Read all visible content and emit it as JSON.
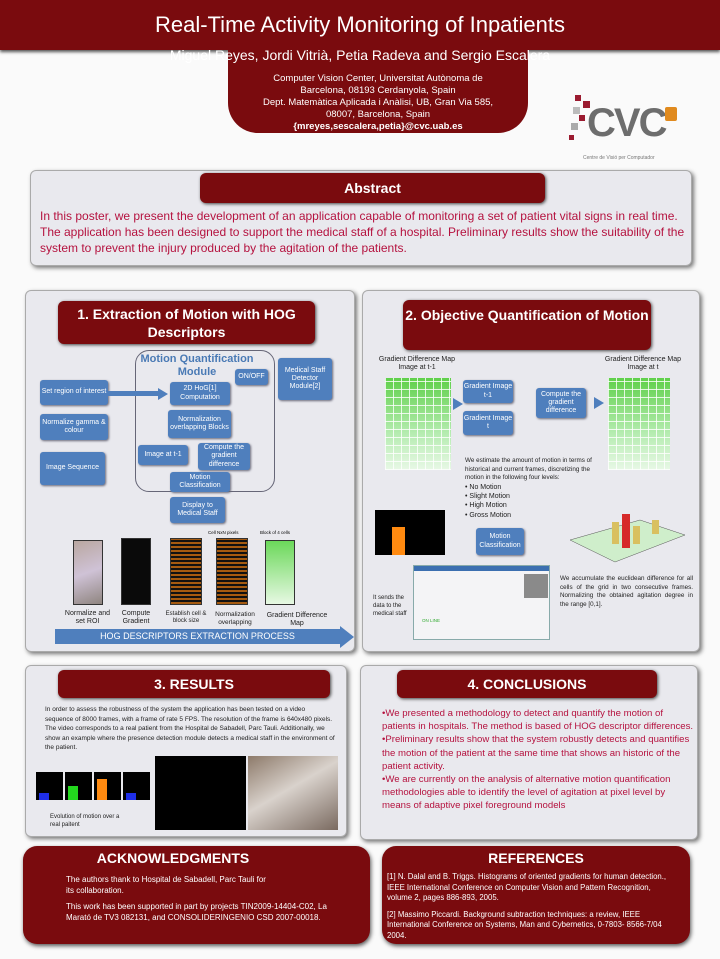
{
  "header": {
    "title": "Real-Time Activity Monitoring of Inpatients",
    "authors": "Miguel Reyes, Jordi Vitrià, Petia Radeva and Sergio Escalera",
    "affiliation": [
      "Computer Vision Center, Universitat Autònoma de",
      "Barcelona, 08193 Cerdanyola, Spain",
      "Dept. Matemàtica Aplicada i Anàlisi, UB, Gran Via 585,",
      "08007, Barcelona, Spain"
    ],
    "email": "{mreyes,sescalera,petia}@cvc.uab.es"
  },
  "logo": {
    "text": "CVC",
    "subtitle": "Centre de Visió per Computador",
    "colors": {
      "gray": "#6d6d6d",
      "red": "#9b1b30",
      "orange": "#e08a1e"
    }
  },
  "abstract": {
    "title": "Abstract",
    "text": "In this poster, we present the development of an application capable of monitoring a set of patient vital signs in real time. The application has been designed to support the medical staff of a hospital. Preliminary results show the suitability of the system to prevent the injury produced by the agitation of the patients."
  },
  "section1": {
    "title": "1. Extraction of Motion with HOG Descriptors",
    "module_title": "Motion Quantification Module",
    "boxes": {
      "roi": "Set region of interest",
      "normalize": "Normalize gamma & colour",
      "sequence": "Image Sequence",
      "hog": "2D HoG[1] Computation",
      "norm_blocks": "Normalization overlapping Blocks",
      "image_t1": "Image at t-1",
      "gradient_diff": "Compute the gradient difference",
      "motion_class": "Motion Classification",
      "display": "Display to Medical Staff",
      "onoff": "ON/OFF",
      "detector": "Medical Staff Detector Module[2]"
    },
    "notes": {
      "cell": "Cell NxN pixels",
      "block": "Block of 4 cells"
    },
    "steps": [
      "Normalize and set ROI",
      "Compute Gradient",
      "Establish cell & block size",
      "Normalization overlapping",
      "Gradient Difference Map"
    ],
    "process": "HOG DESCRIPTORS EXTRACTION PROCESS"
  },
  "section2": {
    "title": "2. Objective Quantification of Motion",
    "map_t1": "Gradient Difference Map Image at t-1",
    "map_t": "Gradient Difference Map Image at t",
    "grad_t1": "Gradient Image t-1",
    "grad_t": "Gradient Image t",
    "compute": "Compute the gradient difference",
    "estimate": "We estimate the amount of motion in terms of historical and current frames, discretizing the motion in the following four levels:",
    "levels": [
      "No Motion",
      "Slight Motion",
      "High Motion",
      "Gross Motion"
    ],
    "motion_class": "Motion Classification",
    "sends": "It sends the data  to the medical staff",
    "accumulate": "We accumulate the euclidean difference for all cells of the grid in two consecutive frames. Normalizing the obtained agitation degree in the range [0,1].",
    "online": "ON LINE"
  },
  "section3": {
    "title": "3. RESULTS",
    "text": "In order to assess the robustness of the system the application has been tested on a video sequence of 8000 frames, with a frame of rate 5 FPS. The resolution of the frame is 640x480 pixels. The video corresponds to a real patient from the Hospital de Sabadell, Parc Tauli. Additionally, we show an example where the presence detection module detects a medical staff in the environment of the patient.",
    "caption": "Evolution of motion over a real paitent",
    "bar_colors": [
      "#1e2ee8",
      "#23d81e",
      "#ff8a10",
      "#1e2ee8"
    ],
    "bar_levels": [
      0.25,
      0.5,
      0.75,
      0.25
    ]
  },
  "section4": {
    "title": "4. CONCLUSIONS",
    "items": [
      "•We presented a methodology to detect and quantify the motion of patients in hospitals. The method is based of HOG descriptor differences.",
      "•Preliminary results show that the system robustly detects and quantifies the motion of the patient at the same time that shows an historic of the patient activity.",
      "•We are currently on the analysis of alternative motion quantification methodologies able to identify the level of agitation at pixel level by means of adaptive pixel foreground models"
    ]
  },
  "ack": {
    "title": "ACKNOWLEDGMENTS",
    "p1": "The authors thank to Hospital de Sabadell, Parc Tauli for its collaboration.",
    "p2": "This work has been supported in part by projects TIN2009-14404-C02, La Marató de TV3 082131, and CONSOLIDERINGENIO CSD 2007-00018."
  },
  "refs": {
    "title": "REFERENCES",
    "r1": "[1] N. Dalal and B. Triggs. Histograms of oriented gradients for human detection., IEEE International Conference on Computer Vision and Pattern Recognition, volume 2, pages 886-893, 2005.",
    "r2": "[2] Massimo Piccardi. Background subtraction techniques: a review, IEEE International Conference on Systems, Man and Cybernetics, 0-7803- 8566-7/04 2004."
  }
}
